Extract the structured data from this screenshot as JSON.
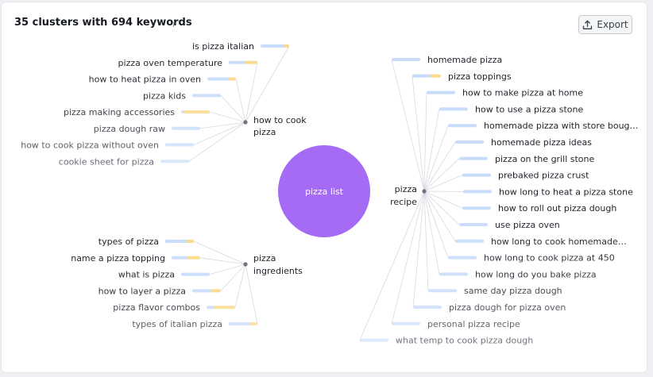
{
  "header": {
    "title": "35 clusters with 694 keywords",
    "info_icon": "info-icon",
    "export_label": "Export",
    "export_icon": "upload-icon"
  },
  "colors": {
    "center": "#a56bf5",
    "volume_bar": "#c8dcfb",
    "difficulty_bar": "#fbdb89",
    "line": "#d6d9df",
    "node": "#6f7480"
  },
  "center": {
    "label": "pizza list"
  },
  "clusters": [
    {
      "label": [
        "how to cook",
        "pizza"
      ],
      "side": "left",
      "keywords": [
        {
          "text": "is pizza italian",
          "shade": 1.0,
          "vol": 0.85,
          "kd": 0.15
        },
        {
          "text": "pizza oven temperature",
          "shade": 0.95,
          "vol": 0.6,
          "kd": 0.4
        },
        {
          "text": "how to heat pizza in oven",
          "shade": 0.9,
          "vol": 0.8,
          "kd": 0.2
        },
        {
          "text": "pizza kids",
          "shade": 0.85,
          "vol": 1.0,
          "kd": 0.0
        },
        {
          "text": "pizza making accessories",
          "shade": 0.75,
          "vol": 0.15,
          "kd": 0.85
        },
        {
          "text": "pizza dough raw",
          "shade": 0.65,
          "vol": 1.0,
          "kd": 0.0
        },
        {
          "text": "how to cook pizza without oven",
          "shade": 0.55,
          "vol": 1.0,
          "kd": 0.0
        },
        {
          "text": "cookie sheet for pizza",
          "shade": 0.45,
          "vol": 1.0,
          "kd": 0.0
        }
      ]
    },
    {
      "label": [
        "pizza",
        "ingredients"
      ],
      "side": "left",
      "keywords": [
        {
          "text": "types of pizza",
          "shade": 1.0,
          "vol": 0.8,
          "kd": 0.2
        },
        {
          "text": "name a pizza topping",
          "shade": 0.95,
          "vol": 0.6,
          "kd": 0.4
        },
        {
          "text": "what is pizza",
          "shade": 0.9,
          "vol": 1.0,
          "kd": 0.0
        },
        {
          "text": "how to layer a pizza",
          "shade": 0.85,
          "vol": 0.7,
          "kd": 0.3
        },
        {
          "text": "pizza flavor combos",
          "shade": 0.7,
          "vol": 0.3,
          "kd": 0.7
        },
        {
          "text": "types of italian pizza",
          "shade": 0.55,
          "vol": 0.8,
          "kd": 0.2
        }
      ]
    },
    {
      "label": [
        "pizza",
        "recipe"
      ],
      "side": "right",
      "keywords": [
        {
          "text": "homemade pizza",
          "shade": 1.0,
          "vol": 1.0,
          "kd": 0.0
        },
        {
          "text": "pizza toppings",
          "shade": 1.0,
          "vol": 0.7,
          "kd": 0.3
        },
        {
          "text": "how to make pizza at home",
          "shade": 1.0,
          "vol": 1.0,
          "kd": 0.0
        },
        {
          "text": "how to use a pizza stone",
          "shade": 1.0,
          "vol": 1.0,
          "kd": 0.0
        },
        {
          "text": "homemade pizza with store boug…",
          "shade": 1.0,
          "vol": 1.0,
          "kd": 0.0
        },
        {
          "text": "homemade pizza ideas",
          "shade": 1.0,
          "vol": 1.0,
          "kd": 0.0
        },
        {
          "text": "pizza on the grill stone",
          "shade": 1.0,
          "vol": 1.0,
          "kd": 0.0
        },
        {
          "text": "prebaked pizza crust",
          "shade": 1.0,
          "vol": 1.0,
          "kd": 0.0
        },
        {
          "text": "how long to heat a pizza stone",
          "shade": 1.0,
          "vol": 1.0,
          "kd": 0.0
        },
        {
          "text": "how to roll out pizza dough",
          "shade": 1.0,
          "vol": 1.0,
          "kd": 0.0
        },
        {
          "text": "use pizza oven",
          "shade": 0.95,
          "vol": 1.0,
          "kd": 0.0
        },
        {
          "text": "how long to cook homemade…",
          "shade": 0.9,
          "vol": 1.0,
          "kd": 0.0
        },
        {
          "text": "how long to cook pizza at 450",
          "shade": 0.85,
          "vol": 1.0,
          "kd": 0.0
        },
        {
          "text": "how long do you bake pizza",
          "shade": 0.8,
          "vol": 1.0,
          "kd": 0.0
        },
        {
          "text": "same day pizza dough",
          "shade": 0.7,
          "vol": 1.0,
          "kd": 0.0
        },
        {
          "text": "pizza dough for pizza oven",
          "shade": 0.6,
          "vol": 1.0,
          "kd": 0.0
        },
        {
          "text": "personal pizza recipe",
          "shade": 0.5,
          "vol": 1.0,
          "kd": 0.0
        },
        {
          "text": "what temp to cook pizza dough",
          "shade": 0.4,
          "vol": 1.0,
          "kd": 0.0
        }
      ]
    }
  ]
}
